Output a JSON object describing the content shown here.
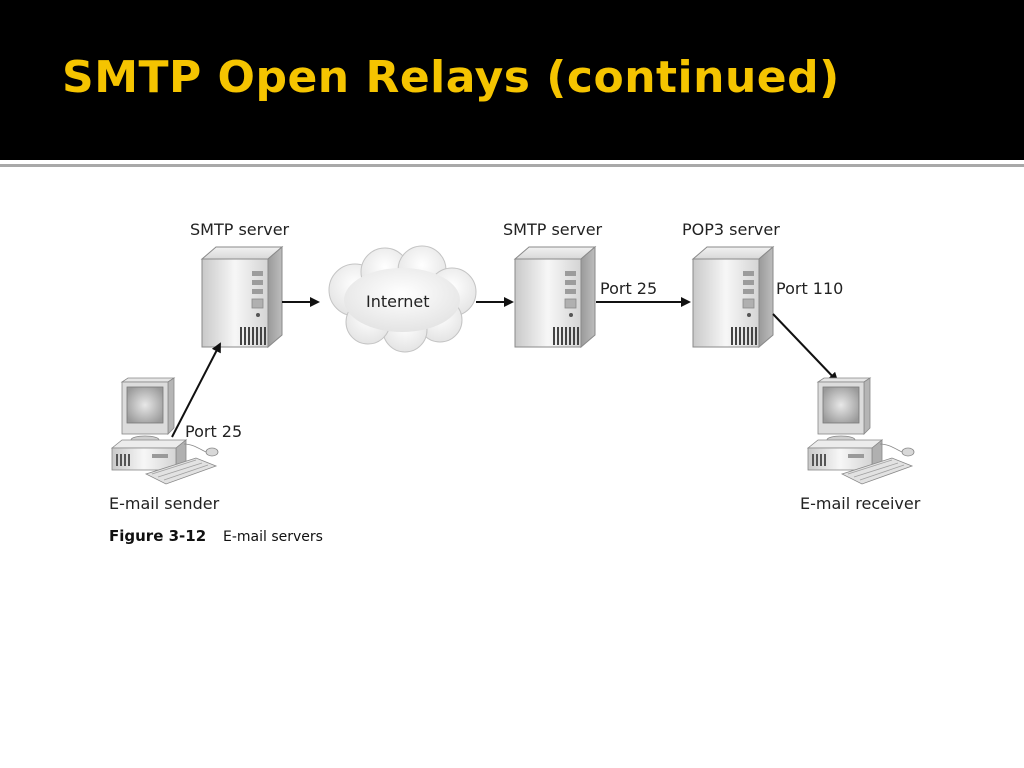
{
  "slide": {
    "title": "SMTP Open Relays (continued)"
  },
  "diagram": {
    "nodes": {
      "smtp_server_1": "SMTP server",
      "internet": "Internet",
      "smtp_server_2": "SMTP server",
      "pop3_server": "POP3 server",
      "email_sender": "E-mail sender",
      "email_receiver": "E-mail receiver"
    },
    "edges": {
      "sender_port": "Port 25",
      "relay_port": "Port 25",
      "pop3_port": "Port 110"
    },
    "figure": {
      "number": "Figure 3-12",
      "caption": "E-mail servers"
    }
  }
}
